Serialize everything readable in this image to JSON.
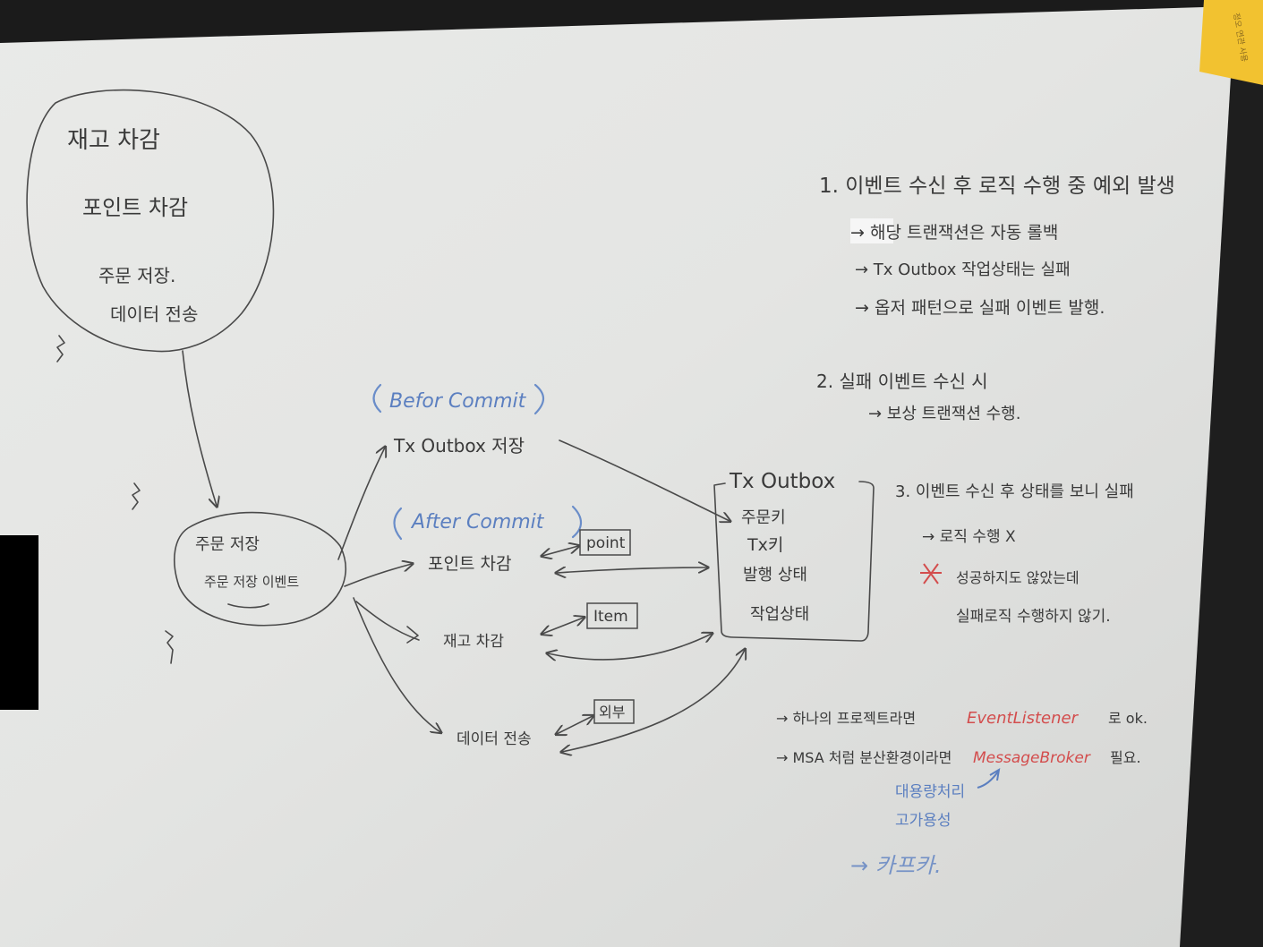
{
  "left_bubble": {
    "line1": "재고 차감",
    "line2": "포인트 차감",
    "line3": "주문 저장.",
    "line4": "데이터 전송"
  },
  "order_node": {
    "line1": "주문 저장",
    "line2": "주문 저장 이벤트"
  },
  "before_commit": {
    "label": "Befor Commit",
    "action": "Tx Outbox 저장"
  },
  "after_commit": {
    "label": "After Commit",
    "actions": [
      "포인트 차감",
      "재고 차감",
      "데이터 전송"
    ],
    "tags": [
      "point",
      "Item",
      "외부"
    ]
  },
  "outbox_table": {
    "title": "Tx Outbox",
    "fields": [
      "주문키",
      "Tx키",
      "발행 상태",
      "작업상태"
    ]
  },
  "notes": {
    "n1_title": "1. 이벤트 수신 후 로직 수행 중 예외 발생",
    "n1_items": [
      "→ 해당 트랜잭션은 자동 롤백",
      "→ Tx Outbox 작업상태는 실패",
      "→ 옵저 패턴으로 실패 이벤트 발행."
    ],
    "n2_title": "2. 실패 이벤트 수신 시",
    "n2_items": [
      "→ 보상 트랜잭션 수행."
    ],
    "n3_title": "3. 이벤트 수신 후 상태를 보니 실패",
    "n3_items": [
      "→ 로직 수행 X",
      "성공하지도 않았는데",
      "실패로직 수행하지 않기."
    ]
  },
  "bottom_notes": {
    "line1_prefix": "→ 하나의 프로젝트라면",
    "line1_highlight": "EventListener",
    "line1_suffix": "로 ok.",
    "line2_prefix": "→ MSA 처럼 분산환경이라면",
    "line2_highlight": "MessageBroker",
    "line2_suffix": "필요.",
    "blue1": "대용량처리",
    "blue2": "고가용성",
    "blue3": "→ 카프카."
  },
  "sticky_note": {
    "text": "정오 연관 사용"
  },
  "colors": {
    "marker_black": "#3a3a3a",
    "marker_blue": "#5b7fc0",
    "marker_red": "#d34d4d",
    "sticky_yellow": "#f2c230"
  }
}
